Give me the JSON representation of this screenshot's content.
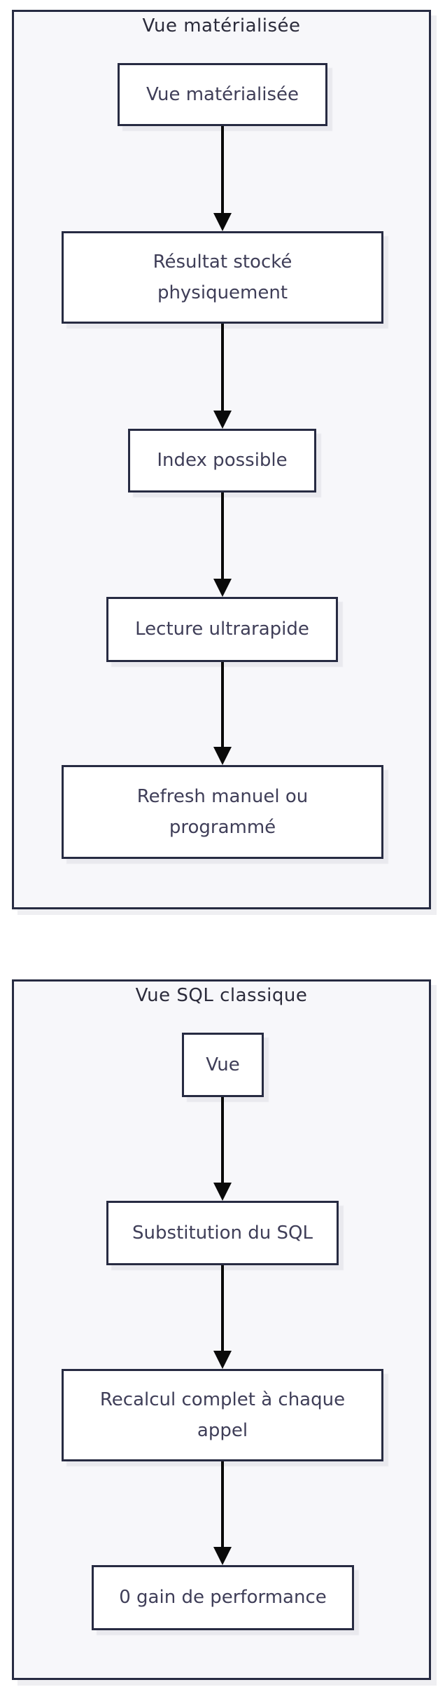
{
  "diagram": {
    "type": "flowchart",
    "groups": [
      {
        "title": "Vue matérialisée",
        "nodes": [
          {
            "label": "Vue matérialisée"
          },
          {
            "label": "Résultat stocké physiquement"
          },
          {
            "label": "Index possible"
          },
          {
            "label": "Lecture ultrarapide"
          },
          {
            "label": "Refresh manuel ou programmé"
          }
        ],
        "edges": [
          {
            "from": "Vue matérialisée",
            "to": "Résultat stocké physiquement"
          },
          {
            "from": "Résultat stocké physiquement",
            "to": "Index possible"
          },
          {
            "from": "Index possible",
            "to": "Lecture ultrarapide"
          },
          {
            "from": "Lecture ultrarapide",
            "to": "Refresh manuel ou programmé"
          }
        ]
      },
      {
        "title": "Vue SQL classique",
        "nodes": [
          {
            "label": "Vue"
          },
          {
            "label": "Substitution du SQL"
          },
          {
            "label": "Recalcul complet à chaque appel"
          },
          {
            "label": "0 gain de performance"
          }
        ],
        "edges": [
          {
            "from": "Vue",
            "to": "Substitution du SQL"
          },
          {
            "from": "Substitution du SQL",
            "to": "Recalcul complet à chaque appel"
          },
          {
            "from": "Recalcul complet à chaque appel",
            "to": "0 gain de performance"
          }
        ]
      }
    ],
    "colors": {
      "border": "#272b42",
      "node_fill": "#ffffff",
      "group_fill": "#f7f7fa",
      "text": "#3f3e58",
      "title": "#2b2b3b",
      "arrow": "#0a0a0a"
    }
  }
}
